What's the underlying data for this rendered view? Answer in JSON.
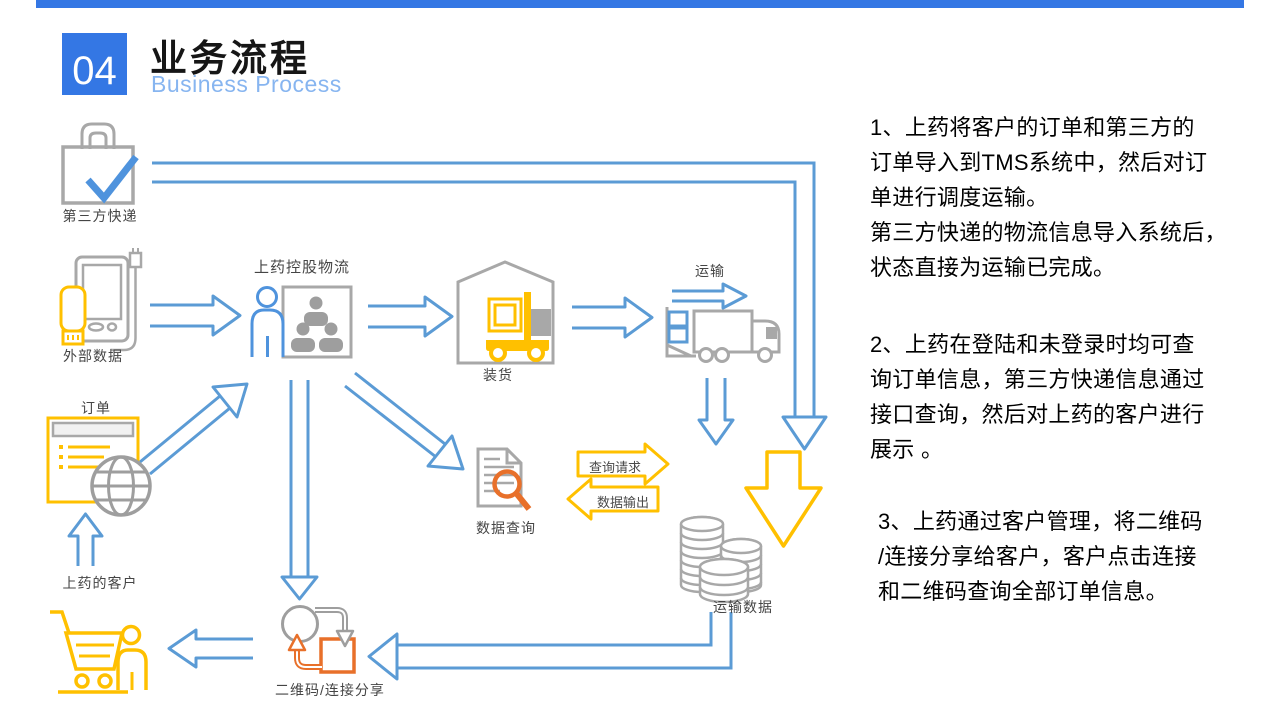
{
  "slide": {
    "number": "04",
    "title": "业务流程",
    "subtitle": "Business Process"
  },
  "colors": {
    "accent_blue": "#3477E4",
    "arrow_blue": "#5B9BD5",
    "icon_yellow": "#FFC000",
    "icon_orange": "#E8702A",
    "icon_gray": "#A8A8A8",
    "subtitle_blue": "#87B5F0"
  },
  "labels": {
    "third_party": "第三方快递",
    "external_data": "外部数据",
    "pharma_logistics": "上药控股物流",
    "loading": "装货",
    "transport": "运输",
    "order": "订单",
    "data_query": "数据查询",
    "query_request": "查询请求",
    "data_output": "数据输出",
    "transport_data": "运输数据",
    "pharma_customer": "上药的客户",
    "qr_share": "二维码/连接分享"
  },
  "notes": {
    "p1": "1、上药将客户的订单和第三方的\n订单导入到TMS系统中，然后对订\n单进行调度运输。\n第三方快递的物流信息导入系统后，\n状态直接为运输已完成。",
    "p2": "2、上药在登陆和未登录时均可查\n询订单信息，第三方快递信息通过\n接口查询，然后对上药的客户进行\n展示 。",
    "p3": "3、上药通过客户管理，将二维码\n/连接分享给客户，客户点击连接\n和二维码查询全部订单信息。"
  }
}
